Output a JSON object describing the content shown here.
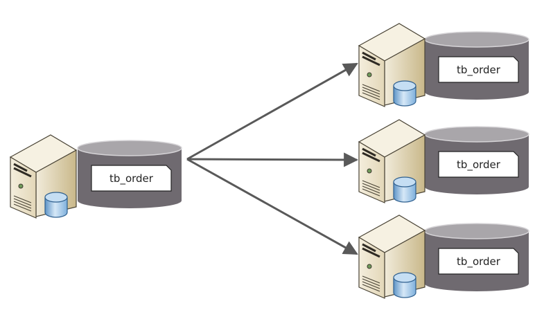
{
  "diagram": {
    "type": "database-replication-fanout",
    "colors": {
      "arrow": "#595959",
      "cylinder_body": "#6f6a70",
      "cylinder_top": "#a9a6aa",
      "cylinder_rim": "#d6d4d7",
      "label_bg": "#ffffff",
      "label_border": "#222222",
      "server_front": "#ece3cc",
      "server_side": "#d9cba4",
      "server_top": "#f6f1e2",
      "server_outline": "#4a4436",
      "mini_db_body": "#7fb0dc",
      "mini_db_top": "#c5def3",
      "mini_db_outline": "#2e5f8e"
    },
    "source": {
      "id": "source",
      "server_icon": "server-with-database-icon",
      "table_label": "tb_order"
    },
    "targets": [
      {
        "id": "target-1",
        "server_icon": "server-with-database-icon",
        "table_label": "tb_order"
      },
      {
        "id": "target-2",
        "server_icon": "server-with-database-icon",
        "table_label": "tb_order"
      },
      {
        "id": "target-3",
        "server_icon": "server-with-database-icon",
        "table_label": "tb_order"
      }
    ],
    "edges": [
      {
        "from": "source",
        "to": "target-1"
      },
      {
        "from": "source",
        "to": "target-2"
      },
      {
        "from": "source",
        "to": "target-3"
      }
    ]
  }
}
